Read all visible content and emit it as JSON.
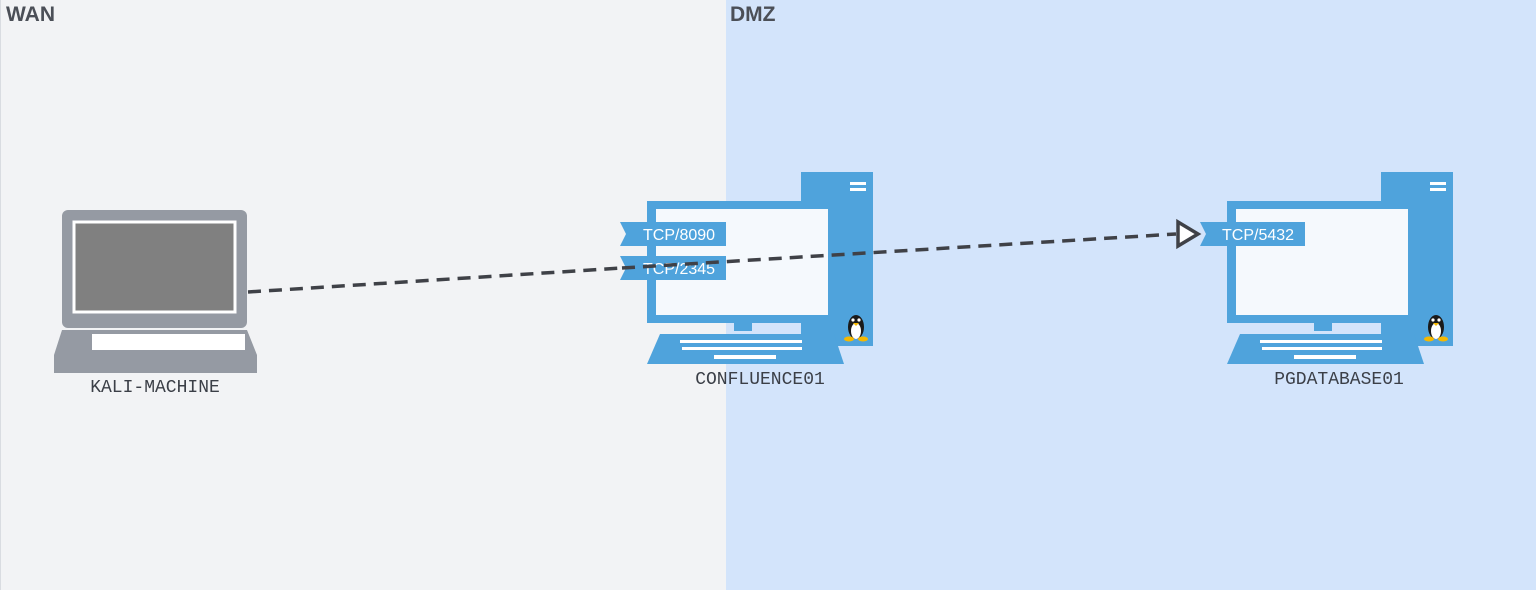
{
  "zones": {
    "wan": {
      "label": "WAN"
    },
    "dmz": {
      "label": "DMZ"
    }
  },
  "nodes": {
    "kali": {
      "label": "KALI-MACHINE",
      "type": "laptop"
    },
    "confluence": {
      "label": "CONFLUENCE01",
      "type": "linux-workstation",
      "ports": [
        "TCP/8090",
        "TCP/2345"
      ]
    },
    "pgdatabase": {
      "label": "PGDATABASE01",
      "type": "linux-workstation",
      "ports": [
        "TCP/5432"
      ]
    }
  },
  "connections": [
    {
      "from": "KALI-MACHINE",
      "to": "TCP/2345",
      "style": "dashed"
    },
    {
      "from": "TCP/2345",
      "to": "TCP/5432",
      "style": "dashed-arrow"
    }
  ],
  "colors": {
    "wan_bg": "#f2f3f5",
    "dmz_bg": "#d3e4fb",
    "device_blue": "#4fa3dc",
    "laptop_gray": "#8a8f98",
    "line": "#3f4147"
  }
}
